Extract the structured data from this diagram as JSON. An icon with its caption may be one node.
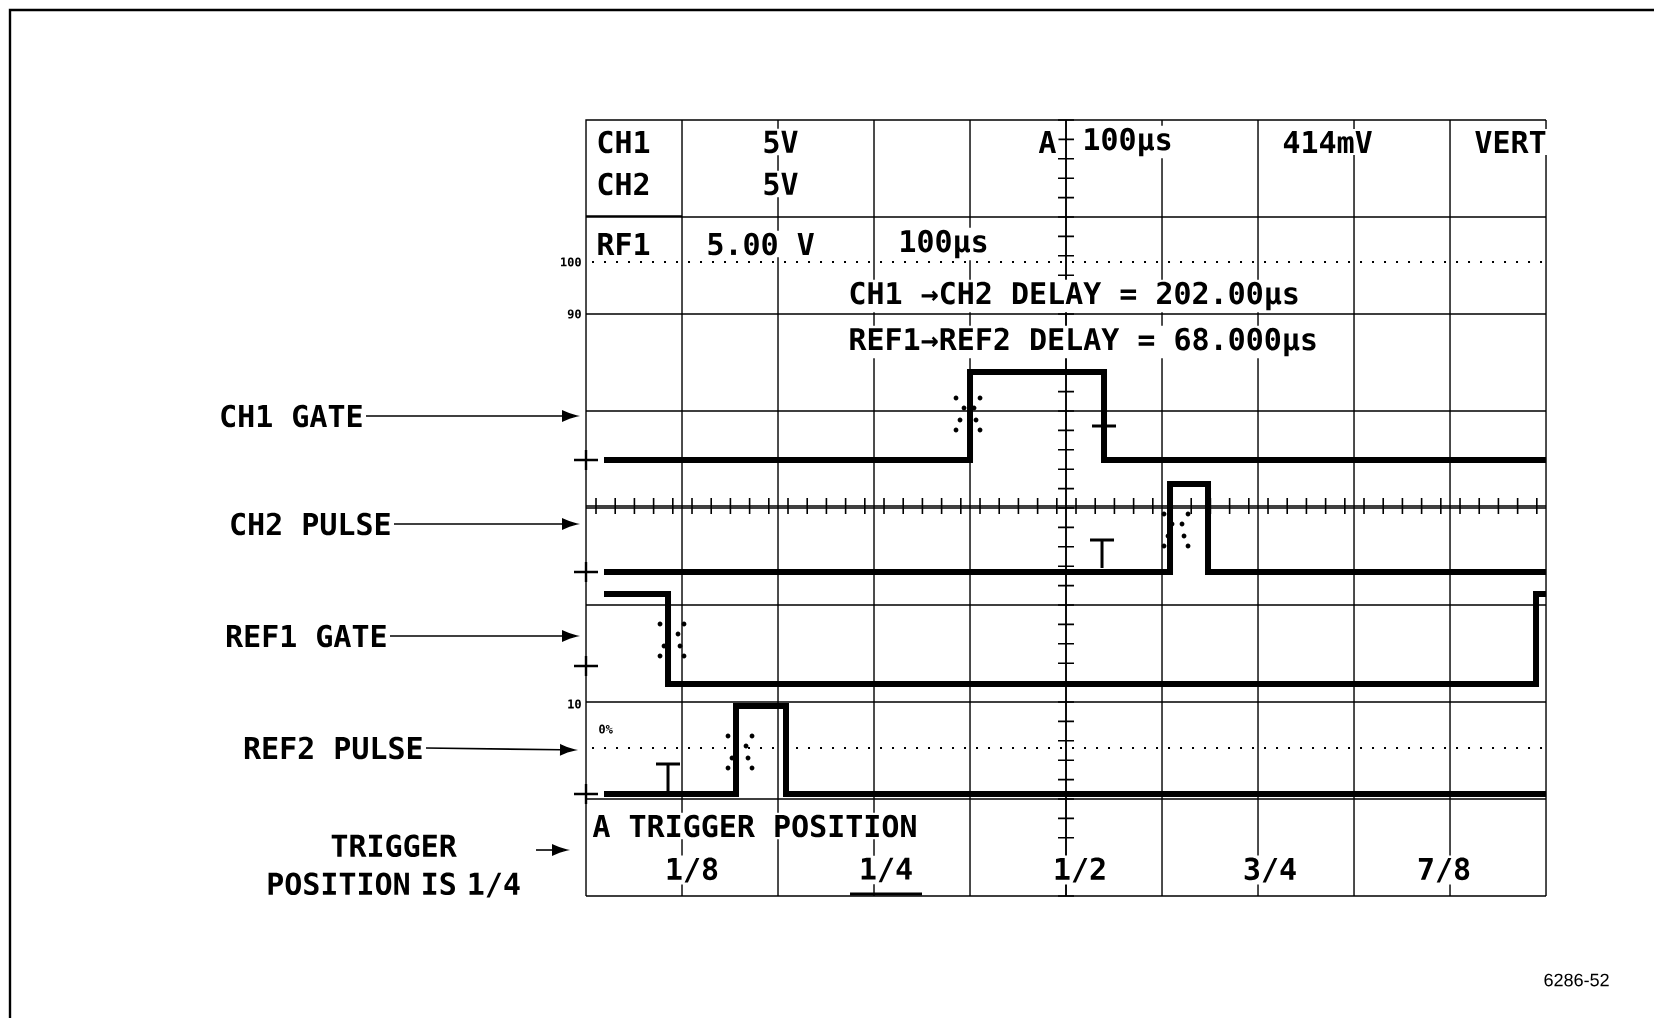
{
  "diagram": {
    "nodes": [
      {
        "text": [
          "CH1 GATE"
        ]
      },
      {
        "text": [
          "CH2 PULSE"
        ]
      },
      {
        "text": [
          "REF1 GATE"
        ]
      },
      {
        "text": [
          "REF2 PULSE"
        ]
      },
      {
        "text": [
          "TRIGGER POSITION IS 1/4"
        ]
      }
    ],
    "edges": [
      {
        "from": 0,
        "to": null,
        "arrow": "to"
      },
      {
        "from": 1,
        "to": null,
        "arrow": "to"
      },
      {
        "from": 2,
        "to": null,
        "arrow": "to"
      },
      {
        "from": 3,
        "to": null,
        "arrow": "to"
      },
      {
        "from": 4,
        "to": null,
        "arrow": "to"
      }
    ],
    "labels": [
      "CH1",
      "5V",
      "A",
      "100µs",
      "414mV",
      "VERT",
      "CH2",
      "5V",
      "100",
      "RF1",
      "5.00 V",
      "100µs",
      "CH1 →CH2 DELAY = 202.00µs",
      "90",
      "REF1→REF2 DELAY = 68.000µs",
      "10",
      "0%",
      "A TRIGGER POSITION",
      "1/8",
      "1/4",
      "1/2",
      "3/4",
      "7/8",
      "6286-52"
    ]
  }
}
